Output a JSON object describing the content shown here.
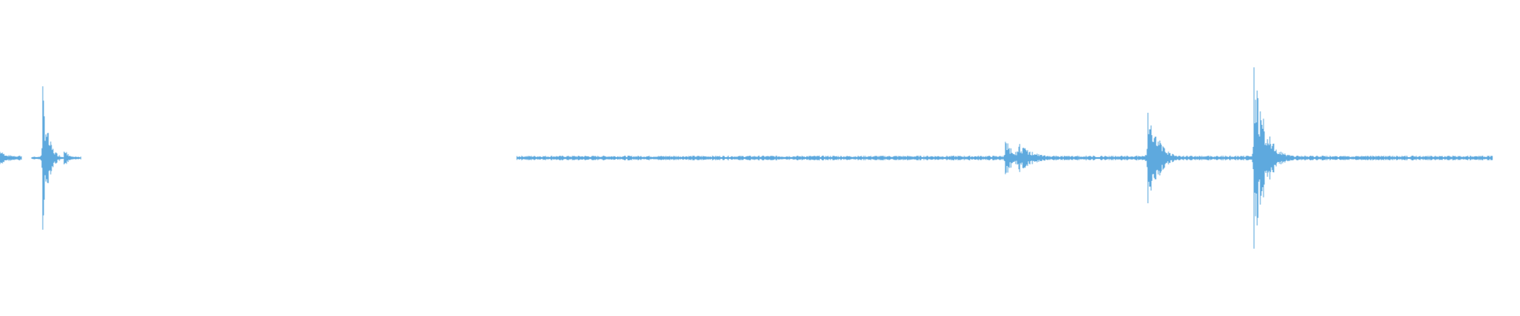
{
  "waveform": {
    "color": "#5ea9de",
    "background": "#ffffff",
    "segments": [
      {
        "start": 0.0,
        "end": 0.014,
        "peak": 0.05,
        "floor": 0.012,
        "decay": 0.005
      },
      {
        "start": 0.021,
        "end": 0.053,
        "floor": 0.006,
        "transients": [
          {
            "at": 0.028,
            "peak": 0.48,
            "decay": 0.0035
          },
          {
            "at": 0.042,
            "peak": 0.07,
            "decay": 0.003
          }
        ]
      },
      {
        "start": 0.34,
        "end": 0.982,
        "floor": 0.01,
        "transients": [
          {
            "at": 0.661,
            "peak": 0.12,
            "decay": 0.008
          },
          {
            "at": 0.67,
            "peak": 0.1,
            "decay": 0.01
          },
          {
            "at": 0.755,
            "peak": 0.46,
            "decay": 0.006
          },
          {
            "at": 0.825,
            "peak": 0.62,
            "decay": 0.007
          }
        ]
      }
    ]
  }
}
